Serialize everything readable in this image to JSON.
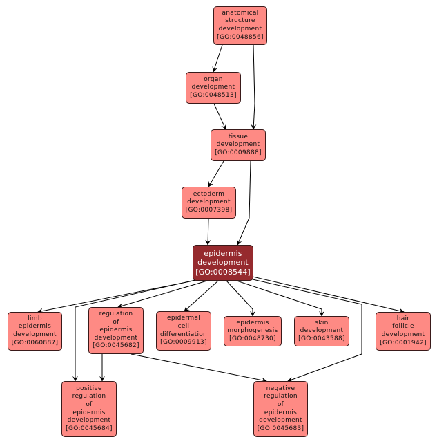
{
  "title": "GO term hierarchy: epidermis development",
  "colors": {
    "node_fill": "#fe8a84",
    "focus_fill": "#962a2e",
    "node_border": "#3a1a1a",
    "edge": "#000000"
  },
  "nodes": [
    {
      "id": "GO:0048856",
      "lines": [
        "anatomical",
        "structure",
        "development",
        "[GO:0048856]"
      ],
      "focus": false
    },
    {
      "id": "GO:0048513",
      "lines": [
        "organ",
        "development",
        "[GO:0048513]"
      ],
      "focus": false
    },
    {
      "id": "GO:0009888",
      "lines": [
        "tissue",
        "development",
        "[GO:0009888]"
      ],
      "focus": false
    },
    {
      "id": "GO:0007398",
      "lines": [
        "ectoderm",
        "development",
        "[GO:0007398]"
      ],
      "focus": false
    },
    {
      "id": "GO:0008544",
      "lines": [
        "epidermis",
        "development",
        "[GO:0008544]"
      ],
      "focus": true
    },
    {
      "id": "GO:0060887",
      "lines": [
        "limb",
        "epidermis",
        "development",
        "[GO:0060887]"
      ],
      "focus": false
    },
    {
      "id": "GO:0045682",
      "lines": [
        "regulation",
        "of",
        "epidermis",
        "development",
        "[GO:0045682]"
      ],
      "focus": false
    },
    {
      "id": "GO:0009913",
      "lines": [
        "epidermal",
        "cell",
        "differentiation",
        "[GO:0009913]"
      ],
      "focus": false
    },
    {
      "id": "GO:0048730",
      "lines": [
        "epidermis",
        "morphogenesis",
        "[GO:0048730]"
      ],
      "focus": false
    },
    {
      "id": "GO:0043588",
      "lines": [
        "skin",
        "development",
        "[GO:0043588]"
      ],
      "focus": false
    },
    {
      "id": "GO:0001942",
      "lines": [
        "hair",
        "follicle",
        "development",
        "[GO:0001942]"
      ],
      "focus": false
    },
    {
      "id": "GO:0045684",
      "lines": [
        "positive",
        "regulation",
        "of",
        "epidermis",
        "development",
        "[GO:0045684]"
      ],
      "focus": false
    },
    {
      "id": "GO:0045683",
      "lines": [
        "negative",
        "regulation",
        "of",
        "epidermis",
        "development",
        "[GO:0045683]"
      ],
      "focus": false
    }
  ],
  "edges": [
    {
      "from": "GO:0048856",
      "to": "GO:0048513"
    },
    {
      "from": "GO:0048856",
      "to": "GO:0009888"
    },
    {
      "from": "GO:0048513",
      "to": "GO:0009888"
    },
    {
      "from": "GO:0009888",
      "to": "GO:0007398"
    },
    {
      "from": "GO:0009888",
      "to": "GO:0008544"
    },
    {
      "from": "GO:0007398",
      "to": "GO:0008544"
    },
    {
      "from": "GO:0008544",
      "to": "GO:0060887"
    },
    {
      "from": "GO:0008544",
      "to": "GO:0045682"
    },
    {
      "from": "GO:0008544",
      "to": "GO:0009913"
    },
    {
      "from": "GO:0008544",
      "to": "GO:0048730"
    },
    {
      "from": "GO:0008544",
      "to": "GO:0043588"
    },
    {
      "from": "GO:0008544",
      "to": "GO:0001942"
    },
    {
      "from": "GO:0008544",
      "to": "GO:0045684"
    },
    {
      "from": "GO:0008544",
      "to": "GO:0045683"
    },
    {
      "from": "GO:0045682",
      "to": "GO:0045684"
    },
    {
      "from": "GO:0045682",
      "to": "GO:0045683"
    }
  ]
}
